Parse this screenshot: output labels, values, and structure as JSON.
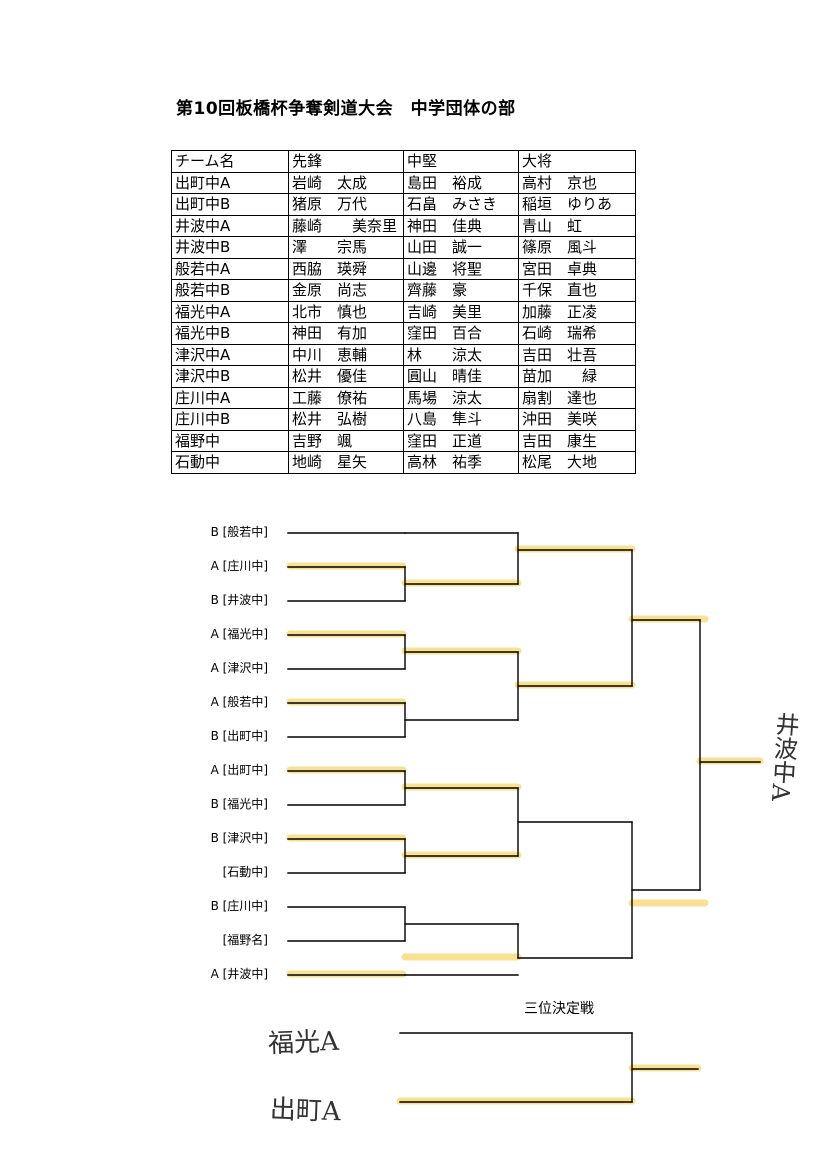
{
  "document": {
    "title": "第10回板橋杯争奪剣道大会　中学団体の部"
  },
  "roster": {
    "headers": [
      "チーム名",
      "先鋒",
      "中堅",
      "大将"
    ],
    "rows": [
      [
        "出町中A",
        "岩崎　太成",
        "島田　裕成",
        "高村　京也"
      ],
      [
        "出町中B",
        "猪原　万代",
        "石畠　みさき",
        "稲垣　ゆりあ"
      ],
      [
        "井波中A",
        "藤崎　　美奈里",
        "神田　佳典",
        "青山　虹"
      ],
      [
        "井波中B",
        "澤　　宗馬",
        "山田　誠一",
        "篠原　風斗"
      ],
      [
        "般若中A",
        "西脇　瑛舜",
        "山邊　将聖",
        "宮田　卓典"
      ],
      [
        "般若中B",
        "金原　尚志",
        "齊藤　豪",
        "千保　直也"
      ],
      [
        "福光中A",
        "北市　慎也",
        "吉崎　美里",
        "加藤　正凌"
      ],
      [
        "福光中B",
        "神田　有加",
        "窪田　百合",
        "石崎　瑞希"
      ],
      [
        "津沢中A",
        "中川　恵輔",
        "林　　涼太",
        "吉田　壮吾"
      ],
      [
        "津沢中B",
        "松井　優佳",
        "圓山　晴佳",
        "苗加　　緑"
      ],
      [
        "庄川中A",
        "工藤　僚祐",
        "馬場　涼太",
        "扇割　達也"
      ],
      [
        "庄川中B",
        "松井　弘樹",
        "八島　隼斗",
        "沖田　美咲"
      ],
      [
        "福野中",
        "吉野　颯",
        "窪田　正道",
        "吉田　康生"
      ],
      [
        "石動中",
        "地崎　星矢",
        "高林　祐季",
        "松尾　大地"
      ]
    ]
  },
  "bracket": {
    "entries": [
      "B [般若中]",
      "A [庄川中]",
      "B [井波中]",
      "A [福光中]",
      "A [津沢中]",
      "A [般若中]",
      "B [出町中]",
      "A [出町中]",
      "B [福光中]",
      "B [津沢中]",
      "[石動中]",
      "B [庄川中]",
      "[福野名]",
      "A [井波中]"
    ],
    "third_place_title": "三位決定戦",
    "handwritten_winner": "井波中A",
    "handwritten_third_a": "福光A",
    "handwritten_third_b": "出町A"
  },
  "colors": {
    "ink": "#000000",
    "highlight": "#f5d76e"
  }
}
